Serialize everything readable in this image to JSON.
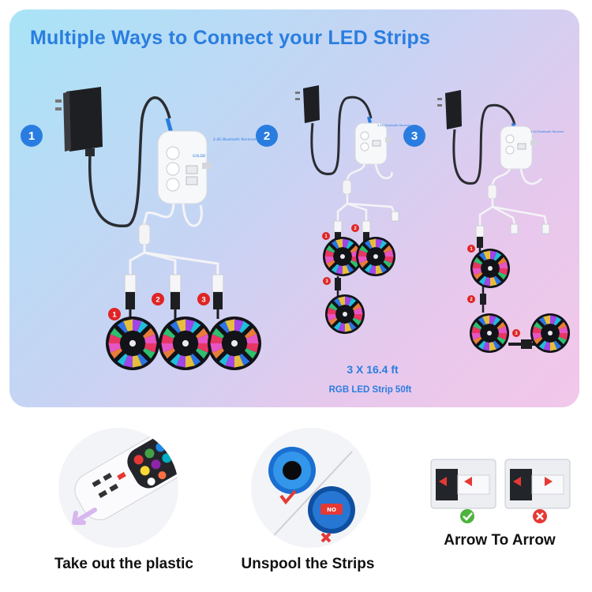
{
  "header": {
    "title": "Multiple Ways to Connect your LED Strips"
  },
  "methods": [
    {
      "number": "1",
      "receiver_label": "2.4G Bluetooth Receiver"
    },
    {
      "number": "2",
      "receiver_label": "2.4G Bluetooth Receiver"
    },
    {
      "number": "3",
      "receiver_label": "2.4G Bluetooth Receiver"
    }
  ],
  "receiver_brand": "GOLDB",
  "port_labels": [
    "1",
    "2",
    "3"
  ],
  "strip_info": {
    "quantity": "3 X 16.4 ft",
    "description": "RGB LED Strip 50ft"
  },
  "instructions": [
    {
      "label": "Take out the plastic",
      "icon": "remote-control-icon"
    },
    {
      "label": "Unspool the Strips",
      "icon": "led-reel-icon"
    },
    {
      "label": "Arrow To Arrow",
      "icon": "connector-icon"
    }
  ],
  "colors": {
    "accent": "#2a7de0",
    "check": "#4db33d",
    "cross": "#e53935",
    "port_badge": "#e02424"
  }
}
